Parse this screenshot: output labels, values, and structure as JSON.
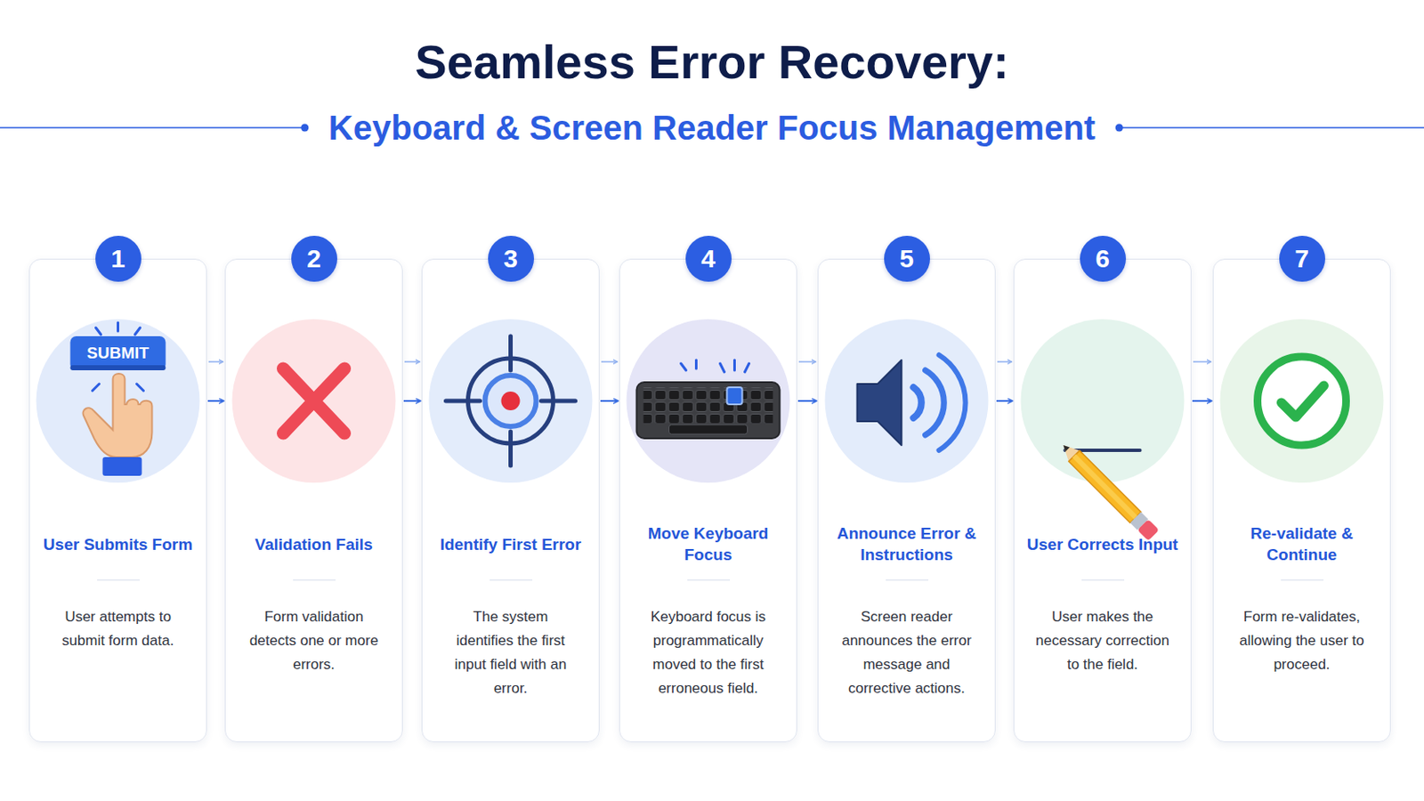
{
  "diagram": {
    "title": "Seamless Error Recovery:",
    "nodes": [
      {
        "text": [
          "User Submits Form",
          "User attempts to submit form data."
        ]
      },
      {
        "text": [
          "Validation Fails",
          "Form validation detects one or more errors."
        ]
      },
      {
        "text": [
          "Identify First Error",
          "The system identifies the first input field with an error."
        ]
      },
      {
        "text": [
          "Move Keyboard Focus",
          "Keyboard focus is programmatically moved to the first erroneous field."
        ]
      },
      {
        "text": [
          "Announce Error & Instructions",
          "Screen reader announces the error message and corrective actions."
        ]
      },
      {
        "text": [
          "User Corrects Input",
          "User makes the necessary correction to the field."
        ]
      },
      {
        "text": [
          "Re-validate & Continue",
          "Form re-validates, allowing the user to proceed."
        ]
      }
    ],
    "edges": [
      {
        "from": 0,
        "to": 1,
        "arrow": "to"
      },
      {
        "from": 1,
        "to": 2,
        "arrow": "to"
      },
      {
        "from": 2,
        "to": 3,
        "arrow": "to"
      },
      {
        "from": 3,
        "to": 4,
        "arrow": "to"
      },
      {
        "from": 4,
        "to": 5,
        "arrow": "to"
      },
      {
        "from": 5,
        "to": 6,
        "arrow": "to"
      }
    ],
    "labels": [
      "Keyboard & Screen Reader Focus Management",
      "1",
      "2",
      "3",
      "4",
      "5",
      "6",
      "7",
      "SUBMIT"
    ]
  }
}
